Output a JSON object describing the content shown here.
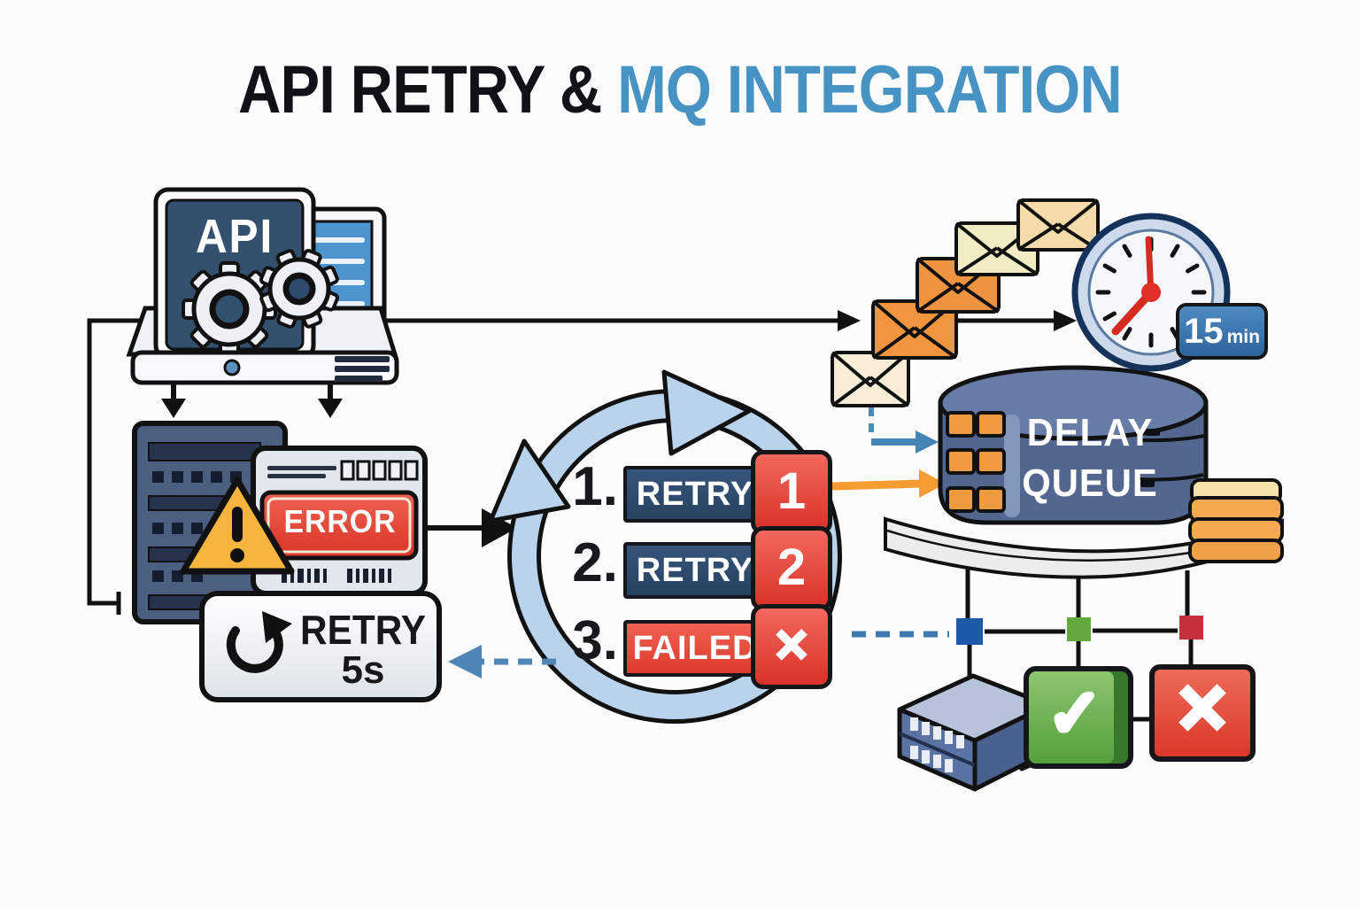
{
  "title": {
    "black_part": "API RETRY &",
    "blue_part": " MQ INTEGRATION"
  },
  "api_device": {
    "screen_label": "API"
  },
  "server_panel": {
    "error_label": "ERROR"
  },
  "retry_delay_box": {
    "action_label": "RETRY",
    "delay_value": "5s"
  },
  "retry_loop": {
    "steps": [
      {
        "num": "1.",
        "label": "RETRY",
        "badge": "1"
      },
      {
        "num": "2.",
        "label": "RETRY",
        "badge": "2"
      },
      {
        "num": "3.",
        "label": "FAILED",
        "badge": "✕"
      }
    ]
  },
  "delay_queue": {
    "label_line1": "DELAY",
    "label_line2": "QUEUE"
  },
  "timer": {
    "value": "15",
    "unit": "min"
  },
  "outcomes": {
    "success_icon": "✓",
    "failure_icon": "✕"
  },
  "icons": {
    "warning": "triangle-exclamation",
    "refresh": "circular-arrow",
    "gears": "two-gears",
    "clock": "analog-clock",
    "envelopes": "mail-envelopes",
    "queue_block": "isometric-cube",
    "database_stack": "stacked-trays"
  },
  "colors": {
    "title_blue": "#4793c4",
    "error_red": "#e2443a",
    "navy_box": "#2c4a6e",
    "loop_ring_blue": "#bad3ec",
    "flow_orange": "#f59b31",
    "dashed_link_blue": "#4e86b8",
    "queue_body": "#53668f",
    "vent_orange": "#f09a40",
    "success_green": "#5fa746",
    "failure_red": "#e2463a",
    "timer_badge_blue": "#3b79b4",
    "warning_yellow": "#f6b53e"
  }
}
